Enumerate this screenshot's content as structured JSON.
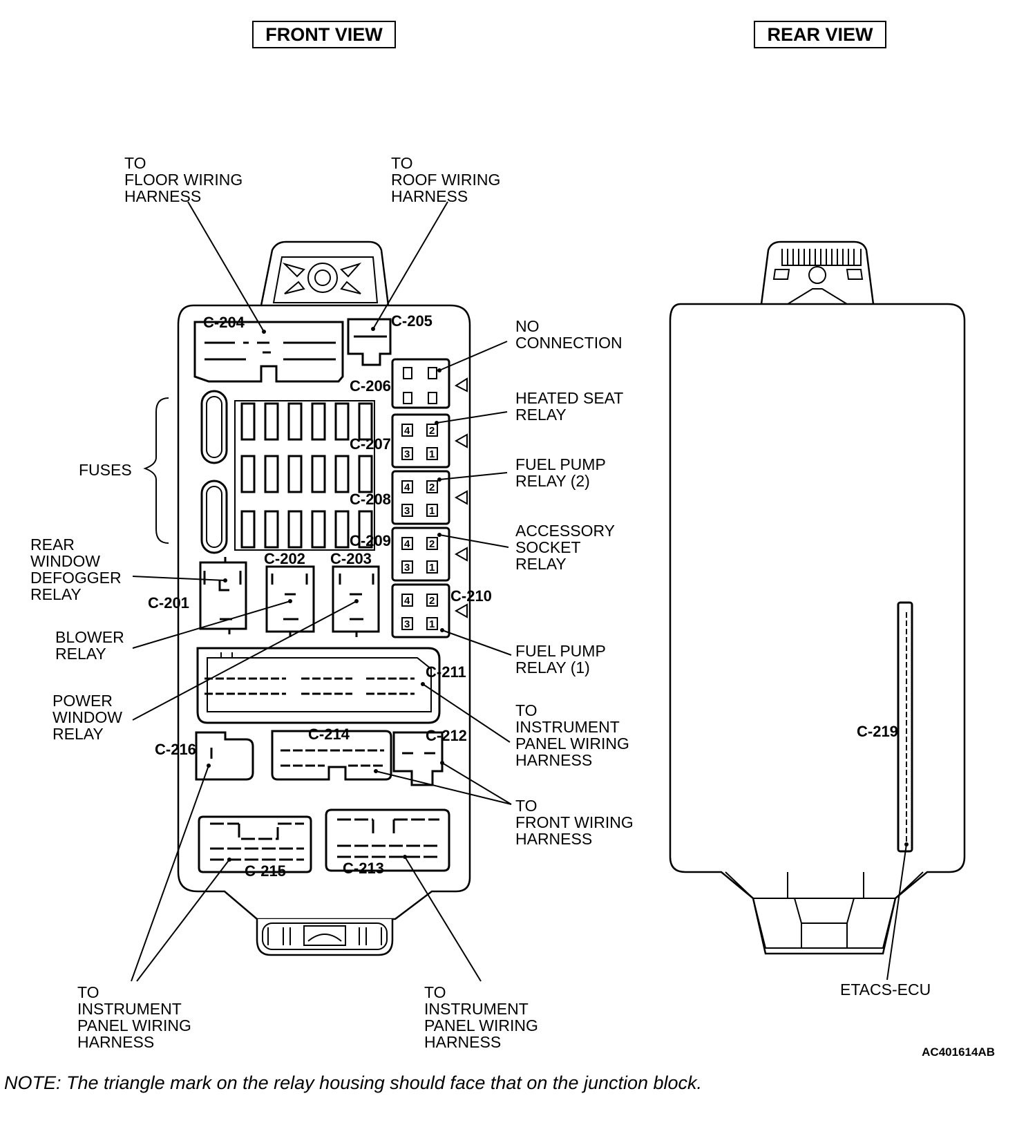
{
  "titles": {
    "front_view": "FRONT VIEW",
    "rear_view": "REAR VIEW"
  },
  "callouts": {
    "to_floor": [
      "TO",
      "FLOOR WIRING",
      "HARNESS"
    ],
    "to_roof": [
      "TO",
      "ROOF WIRING",
      "HARNESS"
    ],
    "no_connection": [
      "NO",
      "CONNECTION"
    ],
    "heated_seat": [
      "HEATED SEAT",
      "RELAY"
    ],
    "fuel_pump_2": [
      "FUEL PUMP",
      "RELAY (2)"
    ],
    "accessory_socket": [
      "ACCESSORY",
      "SOCKET",
      "RELAY"
    ],
    "fuel_pump_1": [
      "FUEL PUMP",
      "RELAY (1)"
    ],
    "to_ip_right": [
      "TO",
      "INSTRUMENT",
      "PANEL WIRING",
      "HARNESS"
    ],
    "to_front": [
      "TO",
      "FRONT WIRING",
      "HARNESS"
    ],
    "fuses": [
      "FUSES"
    ],
    "rear_defogger": [
      "REAR",
      "WINDOW",
      "DEFOGGER",
      "RELAY"
    ],
    "blower": [
      "BLOWER",
      "RELAY"
    ],
    "power_window": [
      "POWER",
      "WINDOW",
      "RELAY"
    ],
    "to_ip_bottom_left": [
      "TO",
      "INSTRUMENT",
      "PANEL WIRING",
      "HARNESS"
    ],
    "to_ip_bottom_mid": [
      "TO",
      "INSTRUMENT",
      "PANEL WIRING",
      "HARNESS"
    ],
    "etacs": [
      "ETACS-ECU"
    ]
  },
  "connectors": {
    "c201": "C-201",
    "c202": "C-202",
    "c203": "C-203",
    "c204": "C-204",
    "c205": "C-205",
    "c206": "C-206",
    "c207": "C-207",
    "c208": "C-208",
    "c209": "C-209",
    "c210": "C-210",
    "c211": "C-211",
    "c212": "C-212",
    "c213": "C-213",
    "c214": "C-214",
    "c215": "C-215",
    "c216": "C-216",
    "c219": "C-219"
  },
  "relay_pins": [
    "4",
    "2",
    "3",
    "1"
  ],
  "figure_code": "AC401614AB",
  "note": "NOTE: The triangle mark on the relay housing should face that on the junction block."
}
